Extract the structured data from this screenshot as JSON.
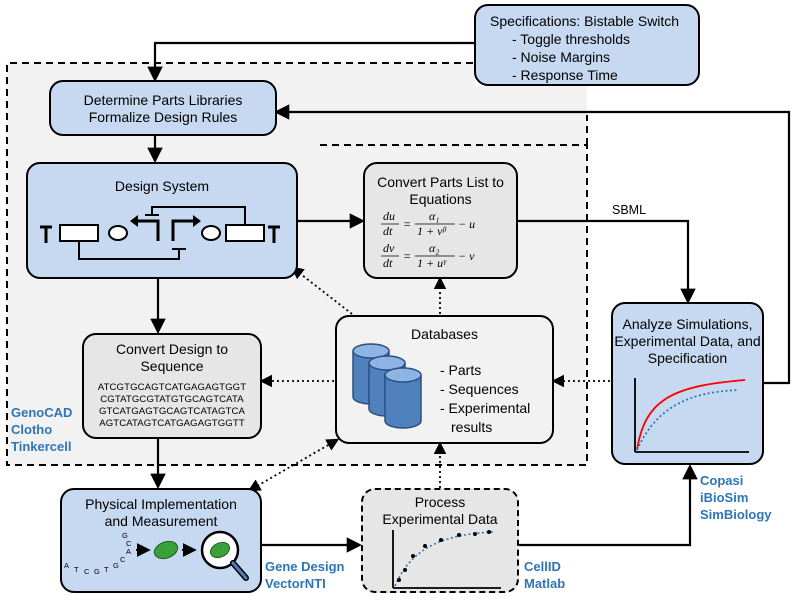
{
  "spec": {
    "title": "Specifications: Bistable Switch",
    "items": [
      "- Toggle thresholds",
      "- Noise Margins",
      "- Response Time"
    ]
  },
  "parts_libs": {
    "line1": "Determine Parts Libraries",
    "line2": "Formalize Design Rules"
  },
  "design_system": {
    "title": "Design System"
  },
  "equations": {
    "title_line1": "Convert Parts List to",
    "title_line2": "Equations",
    "eq1": {
      "lhs_num": "du",
      "lhs_den": "dt",
      "eq": "=",
      "rhs_num": "α₁",
      "rhs_den": "1 + vᵝ",
      "tail": "− u"
    },
    "eq2": {
      "lhs_num": "dv",
      "lhs_den": "dt",
      "eq": "=",
      "rhs_num": "α₂",
      "rhs_den": "1 + uᵞ",
      "tail": "− v"
    }
  },
  "sbml_label": "SBML",
  "analyze": {
    "line1": "Analyze Simulations,",
    "line2": "Experimental Data, and",
    "line3": "Specification"
  },
  "databases": {
    "title": "Databases",
    "items": [
      "- Parts",
      "- Sequences",
      "- Experimental",
      "results"
    ]
  },
  "sequence": {
    "title_line1": "Convert Design to",
    "title_line2": "Sequence",
    "dna": [
      "ATCGTGCAGTCATGAGAGTGGT",
      "CGTATGCGTATGTGCAGTCATA",
      "GTCATGAGTGCAGTCATAGTCA",
      "AGTCATAGTCATGAGAGTGGTT"
    ]
  },
  "physical": {
    "line1": "Physical Implementation",
    "line2": "and Measurement",
    "dna_letters": [
      "A",
      "T",
      "C",
      "G",
      "T",
      "G",
      "C",
      "A",
      "C",
      "G"
    ]
  },
  "process": {
    "line1": "Process",
    "line2": "Experimental Data"
  },
  "tools": {
    "genocad": [
      "GenoCAD",
      "Clotho",
      "Tinkercell"
    ],
    "genedesign": [
      "Gene Design",
      "VectorNTI"
    ],
    "cellid": [
      "CellID",
      "Matlab"
    ],
    "copasi": [
      "Copasi",
      "iBioSim",
      "SimBiology"
    ]
  },
  "colors": {
    "blue_fill": "#c6d9f1",
    "gray_fill": "#e6e6e6",
    "tool_text": "#2e75b6",
    "cylinder": "#4f81bd",
    "cell_green": "#3aa03a",
    "curve_red": "#ff0000",
    "curve_blue": "#2e75b6"
  }
}
